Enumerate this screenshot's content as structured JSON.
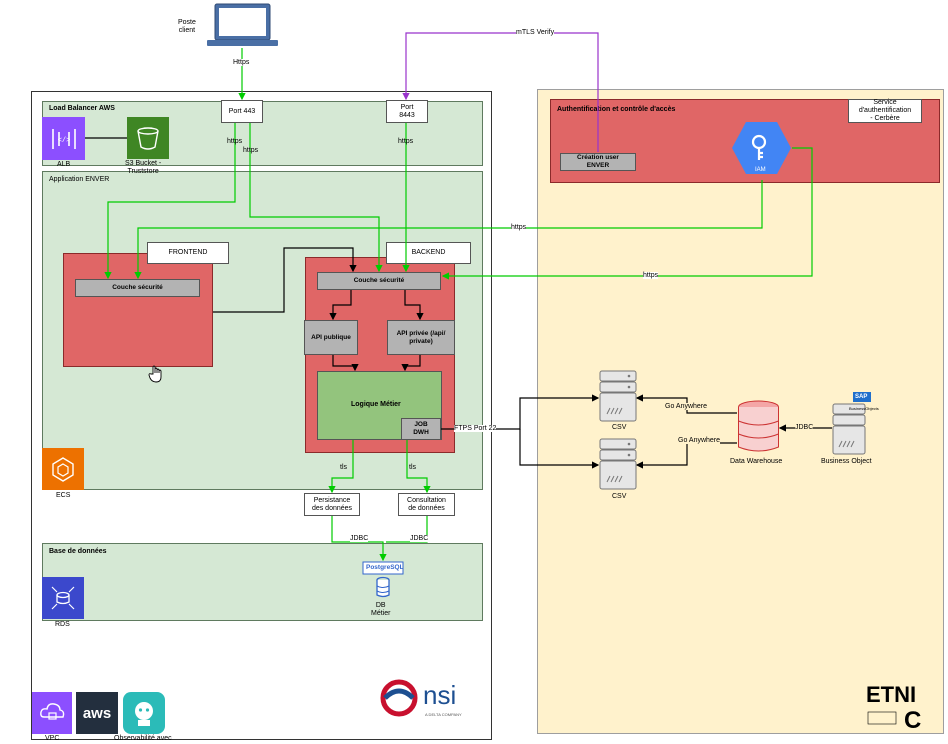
{
  "client": {
    "label": "Poste\nclient"
  },
  "aws_zone": {
    "lb_title": "Load Balancer AWS",
    "alb_label": "ALB",
    "s3_label": "S3 Bucket -\nTruststore",
    "port443": "Port 443",
    "port8443": "Port\n8443",
    "app_title": "Application ENVER",
    "frontend": "FRONTEND",
    "backend": "BACKEND",
    "front_security": "Couche sécurité",
    "back_security": "Couche sécurité",
    "api_public": "API publique",
    "api_private": "API privée (/api/\nprivate)",
    "logic": "Logique Métier",
    "job": "JOB\nDWH",
    "ecs_label": "ECS",
    "persistence": "Persistance\ndes données",
    "consultation": "Consultation\nde données",
    "db_title": "Base de données",
    "rds_label": "RDS",
    "db_metier": "DB\nMétier",
    "postgres": "PostgreSQL",
    "vpc_label": "VPC",
    "aws_logo": "aws",
    "observ_label": "Observabilité avec"
  },
  "auth_zone": {
    "title": "Authentification et contrôle d'accès",
    "service": "Service\nd'authentification\n- Cerbère",
    "create_user": "Création user\nENVER",
    "iam_label": "IAM"
  },
  "right": {
    "csv1": "CSV",
    "csv2": "CSV",
    "dw": "Data Warehouse",
    "bo": "Business Object",
    "sap": "SAP",
    "sap_sub": "BusinessObjects"
  },
  "edges": {
    "https_client": "Https",
    "mtls": "mTLS Verify",
    "https_a": "https",
    "https_b": "https",
    "https_c": "https",
    "https_mid": "https",
    "https_right": "https",
    "ftps": "FTPS Port 22",
    "goa1": "Go Anywhere",
    "goa2": "Go Anywhere",
    "jdbc_bo": "JDBC",
    "tls1": "tls",
    "tls2": "tls",
    "jdbc1": "JDBC",
    "jdbc2": "JDBC"
  },
  "logos": {
    "nsi": "nsi",
    "nsi_sub": "A DELTA COMPANY",
    "etnic": "ETNIC"
  },
  "colors": {
    "green_line": "#00cc00",
    "purple_line": "#9933cc",
    "red": "#e06666",
    "zone_green": "#d5e8d4",
    "zone_yellow": "#fff2cc"
  }
}
